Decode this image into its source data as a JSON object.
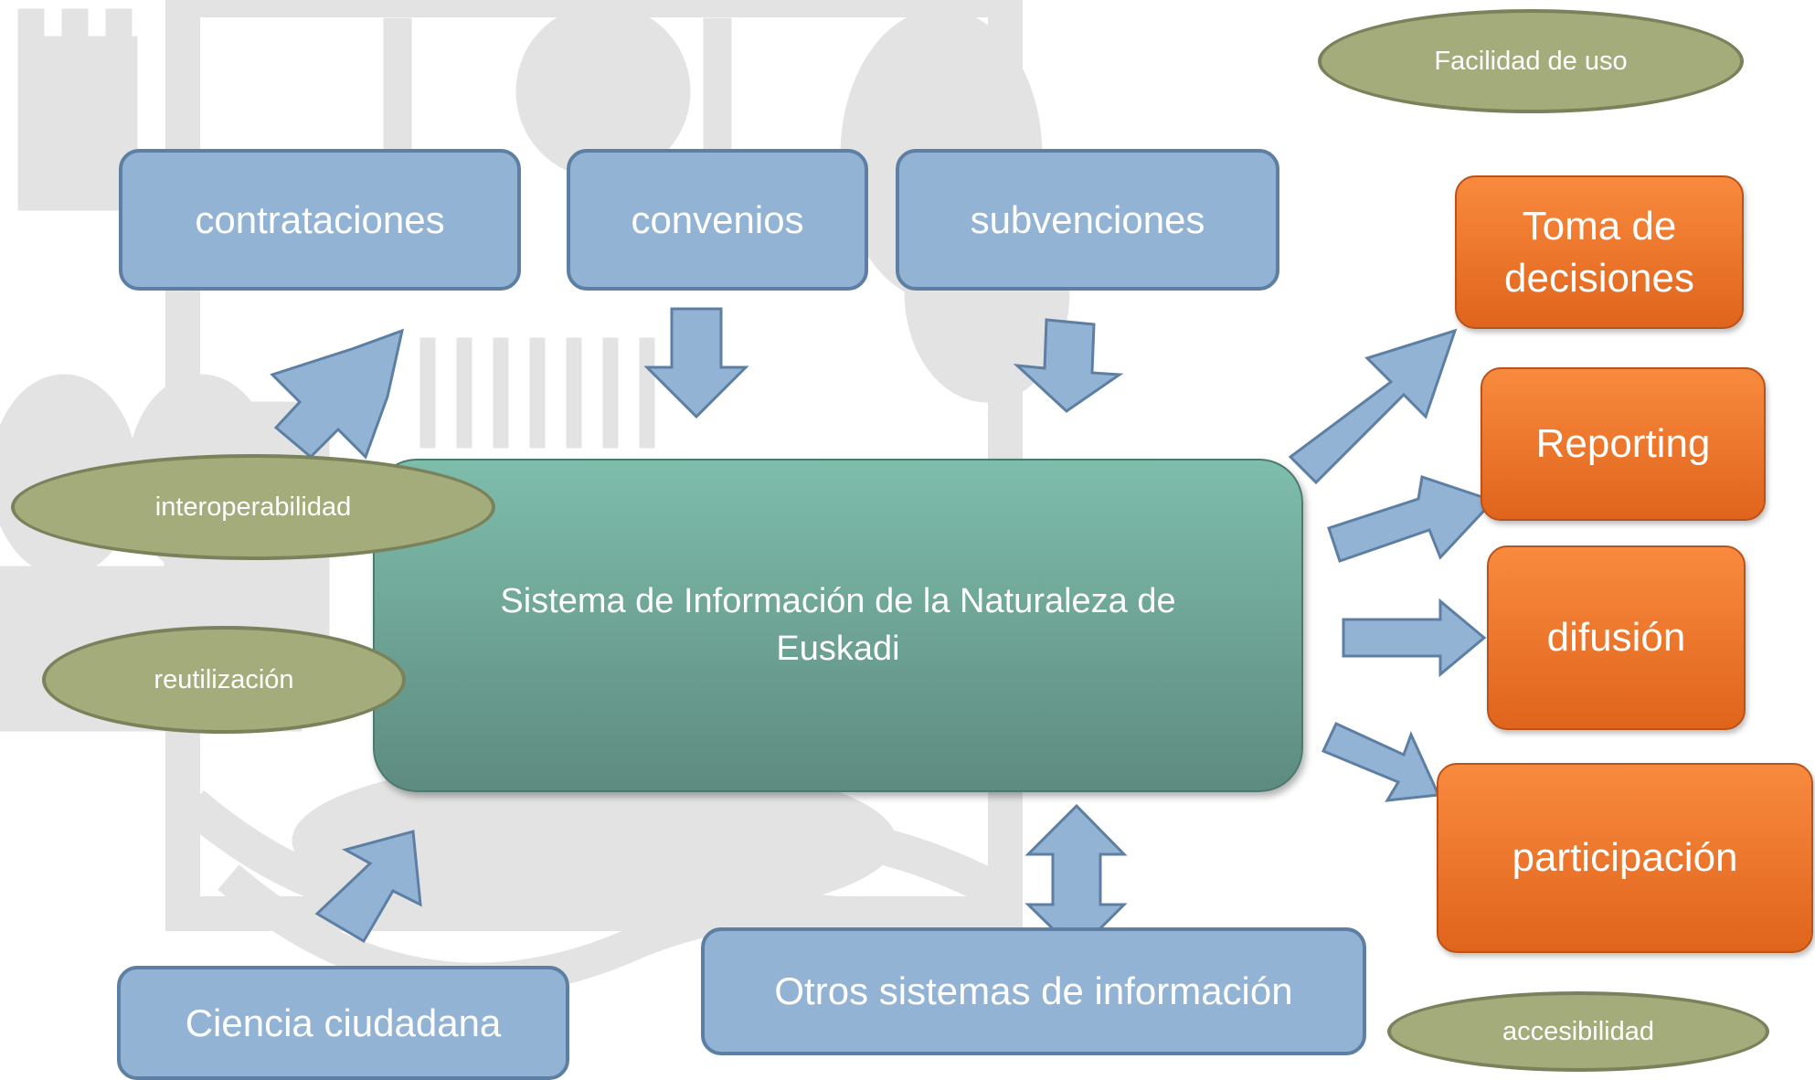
{
  "center": {
    "label": "Sistema de Información de la Naturaleza de Euskadi"
  },
  "inputs": {
    "contrataciones": "contrataciones",
    "convenios": "convenios",
    "subvenciones": "subvenciones",
    "ciencia": "Ciencia ciudadana",
    "otros": "Otros sistemas de información"
  },
  "outputs": {
    "toma": "Toma de decisiones",
    "reporting": "Reporting",
    "difusion": "difusión",
    "participacion": "participación"
  },
  "qualities": {
    "facilidad": "Facilidad de uso",
    "interoperabilidad": "interoperabilidad",
    "reutilizacion": "reutilización",
    "accesibilidad": "accesibilidad"
  },
  "colors": {
    "input_box": "#93b3d4",
    "output_box": "#f47b2e",
    "center_box": "#6fa596",
    "quality_oval": "#a4ac7c",
    "arrow": "#93b3d4"
  }
}
